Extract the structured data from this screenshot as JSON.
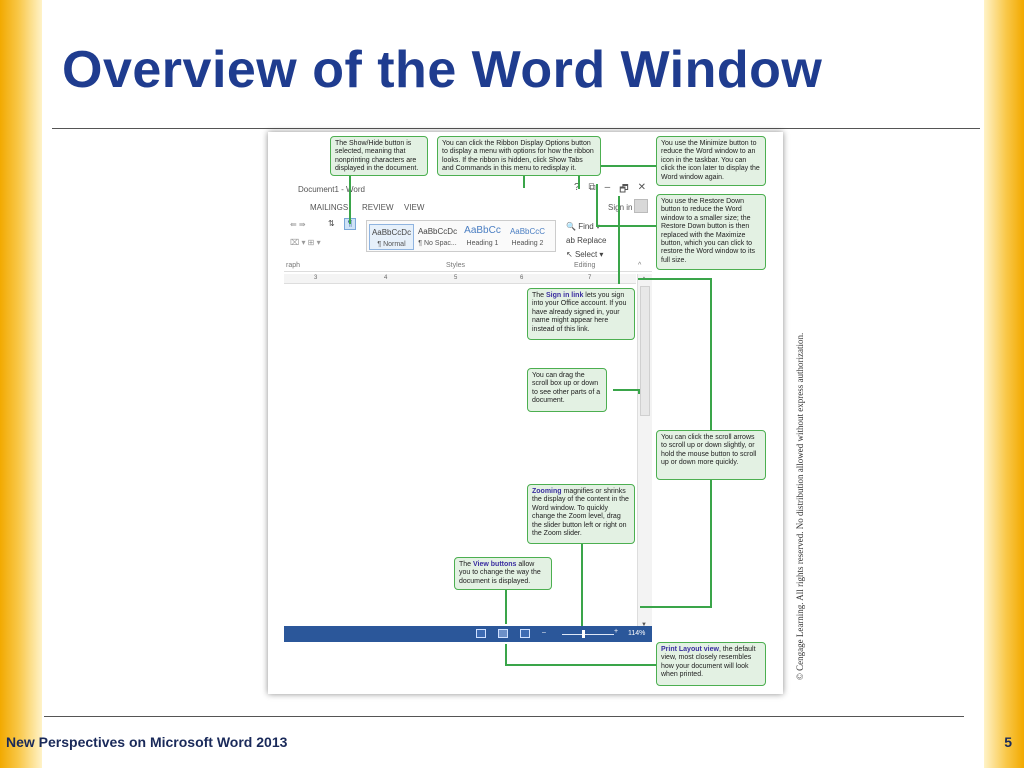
{
  "slide": {
    "title": "Overview of the Word Window",
    "footer": "New Perspectives on Microsoft Word 2013",
    "page_number": "5",
    "copyright": "© Cengage Learning. All rights reserved. No distribution allowed without express authorization."
  },
  "word": {
    "doc_title": "Document1 - Word",
    "window_buttons": [
      "?",
      "⧉",
      "–",
      "🗗",
      "✕"
    ],
    "sign_in": "Sign in",
    "tabs": [
      "MAILINGS",
      "REVIEW",
      "VIEW"
    ],
    "styles": [
      {
        "preview": "AaBbCcDc",
        "label": "¶ Normal"
      },
      {
        "preview": "AaBbCcDc",
        "label": "¶ No Spac..."
      },
      {
        "preview": "AaBbCc",
        "label": "Heading 1"
      },
      {
        "preview": "AaBbCcC",
        "label": "Heading 2"
      }
    ],
    "groups": {
      "styles": "Styles",
      "editing": "Editing",
      "paragraph": "raph"
    },
    "editing": {
      "find": "Find",
      "replace": "Replace",
      "select": "Select"
    },
    "ruler_ticks": [
      "3",
      "4",
      "5",
      "6",
      "7"
    ],
    "zoom_level": "114%"
  },
  "callouts": {
    "show_hide": "The Show/Hide button is selected, meaning that nonprinting characters are displayed in the document.",
    "ribbon_display": "You can click the Ribbon Display Options button to display a menu with options for how the ribbon looks. If the ribbon is hidden, click Show Tabs and Commands in this menu to redisplay it.",
    "minimize": "You use the Minimize button to reduce the Word window to an icon in the taskbar. You can click the icon later to display the Word window again.",
    "restore": "You use the Restore Down button to reduce the Word window to a smaller size; the Restore Down button is then replaced with the Maximize button, which you can click to restore the Word window to its full size.",
    "sign_in_term": "Sign in link",
    "sign_in_pre": "The ",
    "sign_in_post": " lets you sign into your Office account. If you have already signed in, your name might appear here instead of this link.",
    "scroll_box": "You can drag the scroll box up or down to see other parts of a document.",
    "scroll_arrows": "You can click the scroll arrows to scroll up or down slightly, or hold the mouse button to scroll up or down more quickly.",
    "zooming_term": "Zooming",
    "zooming_post": " magnifies or shrinks the display of the content in the Word window. To quickly change the Zoom level, drag the slider button left or right on the Zoom slider.",
    "view_pre": "The ",
    "view_term": "View buttons",
    "view_post": " allow you to change the way the document is displayed.",
    "print_term": "Print Layout view",
    "print_post": ", the default view, most closely resembles how your document will look when printed."
  },
  "colors": {
    "title": "#1f3c8f",
    "accent_bar": "#f2a900",
    "callout_fill": "#e3f1e3",
    "callout_border": "#4caf50",
    "statusbar": "#2b579a"
  }
}
